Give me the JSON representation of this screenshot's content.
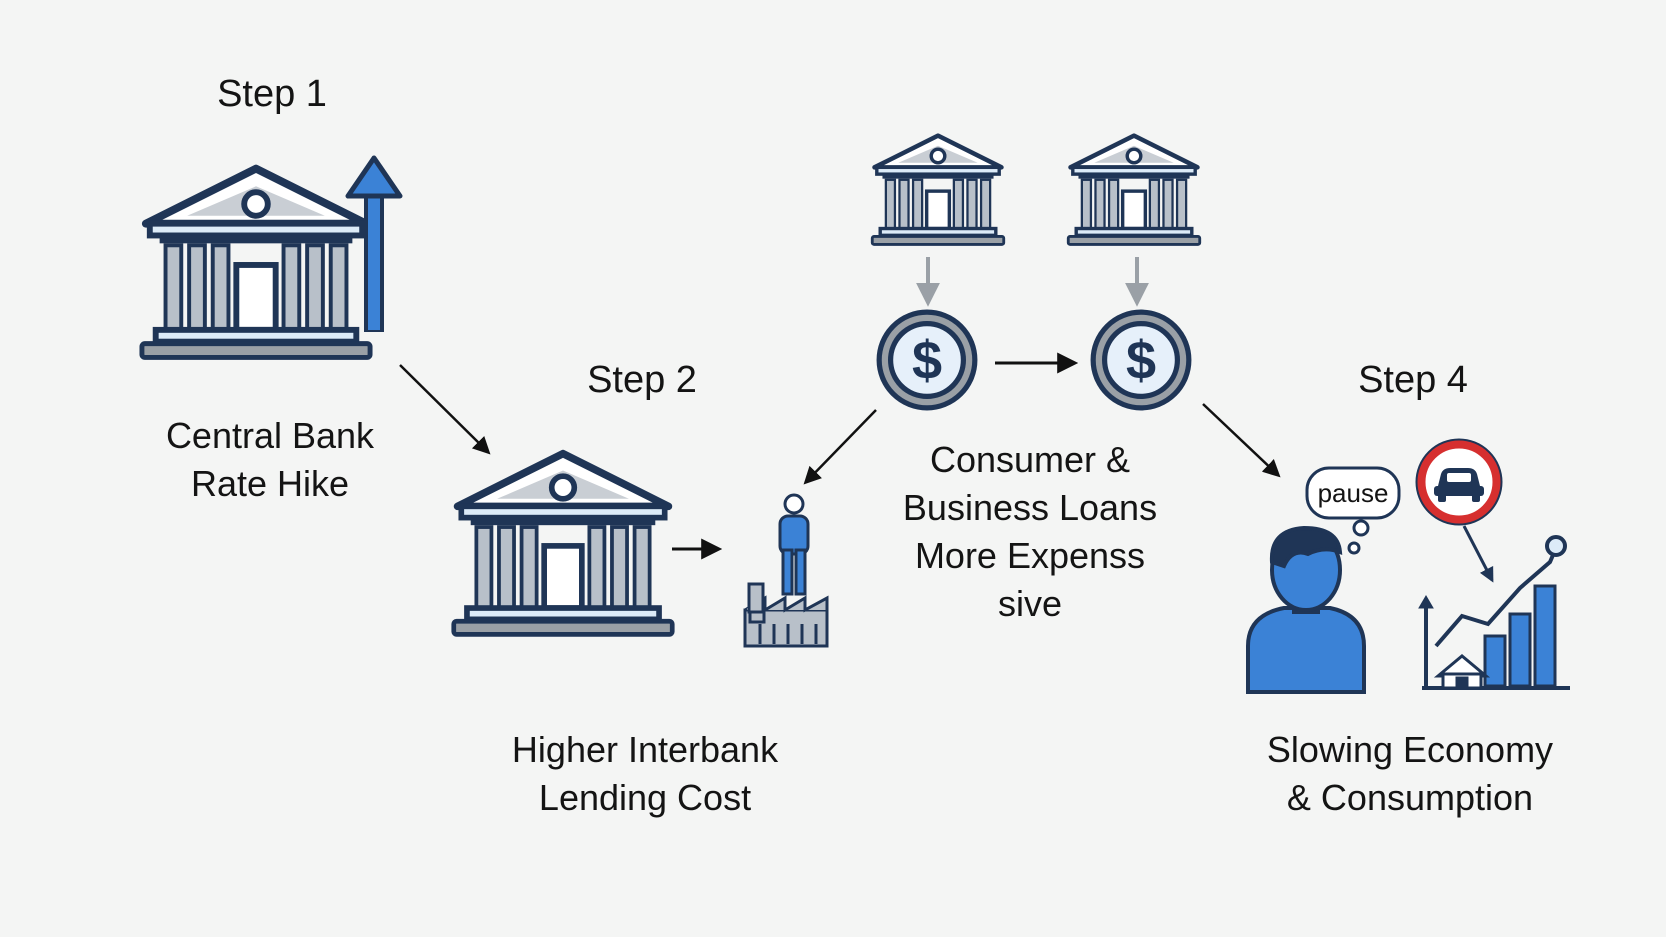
{
  "steps": {
    "step1": {
      "heading": "Step 1",
      "caption": [
        "Central Bank",
        "Rate Hike"
      ]
    },
    "step2": {
      "heading": "Step 2",
      "caption": [
        "Higher Interbank",
        "Lending Cost"
      ]
    },
    "step3": {
      "caption": [
        "Consumer &",
        "Business Loans",
        "More Expenss",
        "sive"
      ]
    },
    "step4": {
      "heading": "Step 4",
      "caption": [
        "Slowing Economy",
        "& Consumption"
      ],
      "thought_bubble": "pause"
    }
  },
  "icons": {
    "step1": [
      "bank-icon",
      "up-arrow-icon"
    ],
    "step2": [
      "bank-icon",
      "person-icon",
      "factory-icon"
    ],
    "step3": [
      "bank-icon",
      "bank-icon",
      "dollar-coin-icon",
      "dollar-coin-icon"
    ],
    "step4": [
      "person-icon",
      "thought-bubble-icon",
      "no-car-sign-icon",
      "growth-chart-icon",
      "house-icon"
    ]
  },
  "colors": {
    "navy": "#1f3556",
    "blue": "#3b82d6",
    "light_blue": "#dcebf8",
    "red": "#d62f2f",
    "gray": "#9aa0a6"
  }
}
